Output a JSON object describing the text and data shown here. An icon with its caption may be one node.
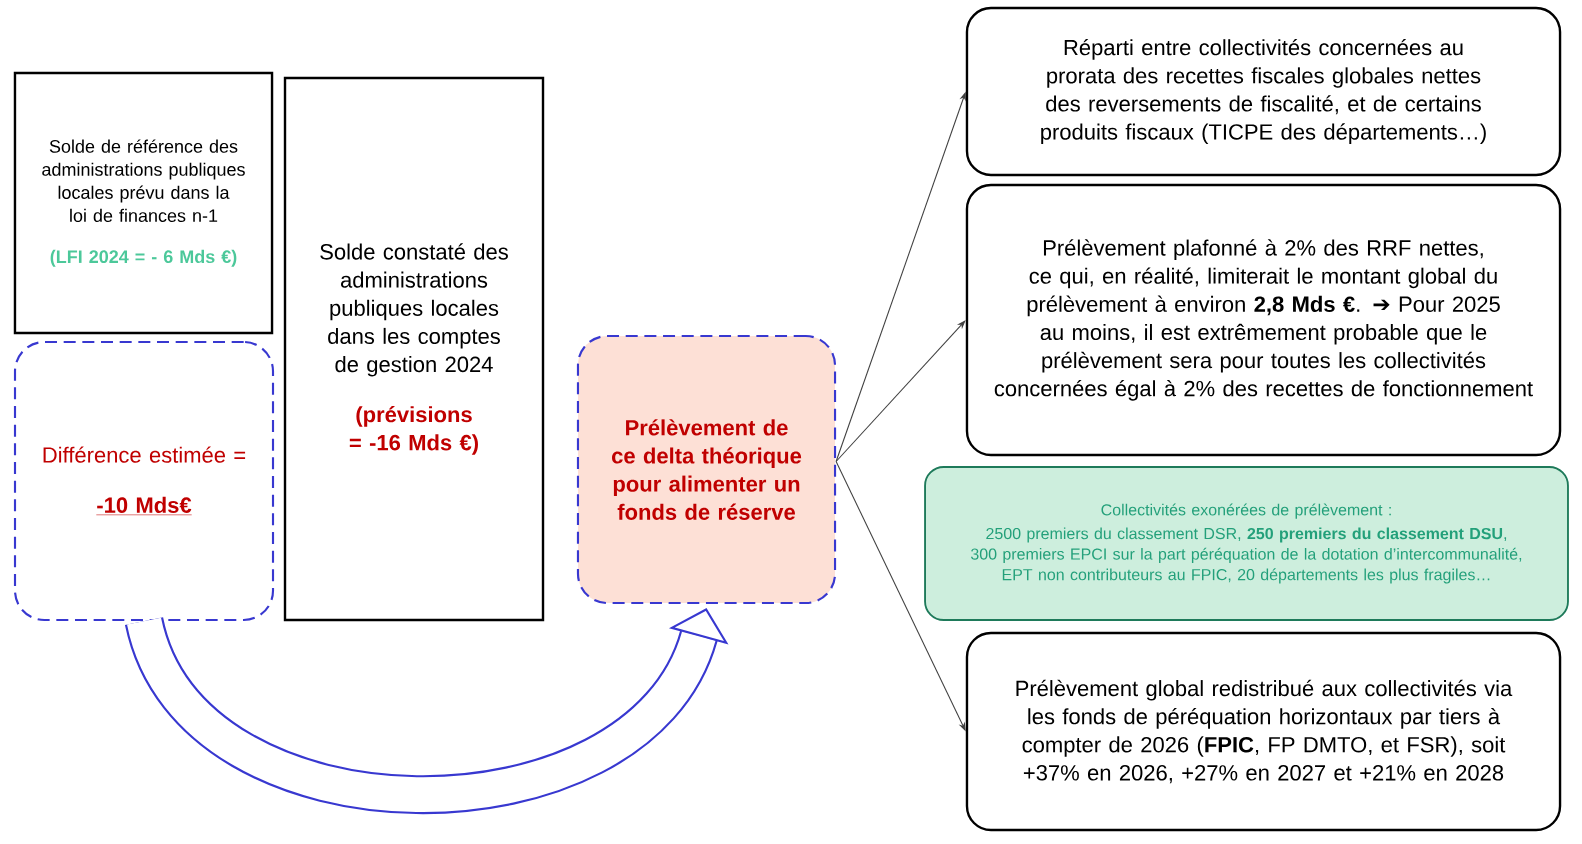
{
  "diagram": {
    "nodes": [
      {
        "text": [
          "Solde de référence des administrations publiques locales prévu dans la loi de finances n-1",
          "(LFI 2024 = - 6 Mds €)"
        ]
      },
      {
        "text": [
          "Solde constaté des administrations publiques locales dans les comptes de gestion 2024",
          "(prévisions = -16 Mds €)"
        ]
      },
      {
        "text": [
          "Différence estimée =",
          "-10 Mds€"
        ]
      },
      {
        "text": [
          "Prélèvement de ce delta théorique pour alimenter un fonds de réserve"
        ]
      },
      {
        "text": [
          "Réparti entre collectivités concernées au prorata des recettes fiscales globales nettes des reversements de fiscalité, et de certains produits fiscaux (TICPE des départements…)"
        ]
      },
      {
        "text": [
          "Prélèvement plafonné à 2% des RRF nettes, ce qui, en réalité, limiterait le montant global du prélèvement à environ **2,8 Mds €**. ➔ Pour 2025 au moins, il est extrêmement probable que le prélèvement sera pour toutes les collectivités concernées égal à 2% des recettes de fonctionnement"
        ]
      },
      {
        "text": [
          "Collectivités exonérées de prélèvement :",
          "2500 premiers du classement DSR, **250 premiers du classement DSU**, 300 premiers EPCI sur la part péréquation de la dotation d’intercommunalité, EPT non contributeurs au FPIC, 20 départements les plus fragiles…"
        ]
      },
      {
        "text": [
          "Prélèvement global redistribué aux collectivités via les fonds de péréquation horizontaux par tiers à compter de 2026 (**FPIC**, FP DMTO, et FSR), soit +37% en 2026, +27% en 2027 et +21% en 2028"
        ]
      }
    ],
    "edges": [
      {
        "from": 2,
        "to": 3,
        "arrow": "to",
        "style": "thick",
        "color": "#3838d0"
      },
      {
        "from": 3,
        "to": 4,
        "arrow": "to"
      },
      {
        "from": 3,
        "to": 5,
        "arrow": "to"
      },
      {
        "from": 3,
        "to": 7,
        "arrow": "to"
      }
    ]
  }
}
